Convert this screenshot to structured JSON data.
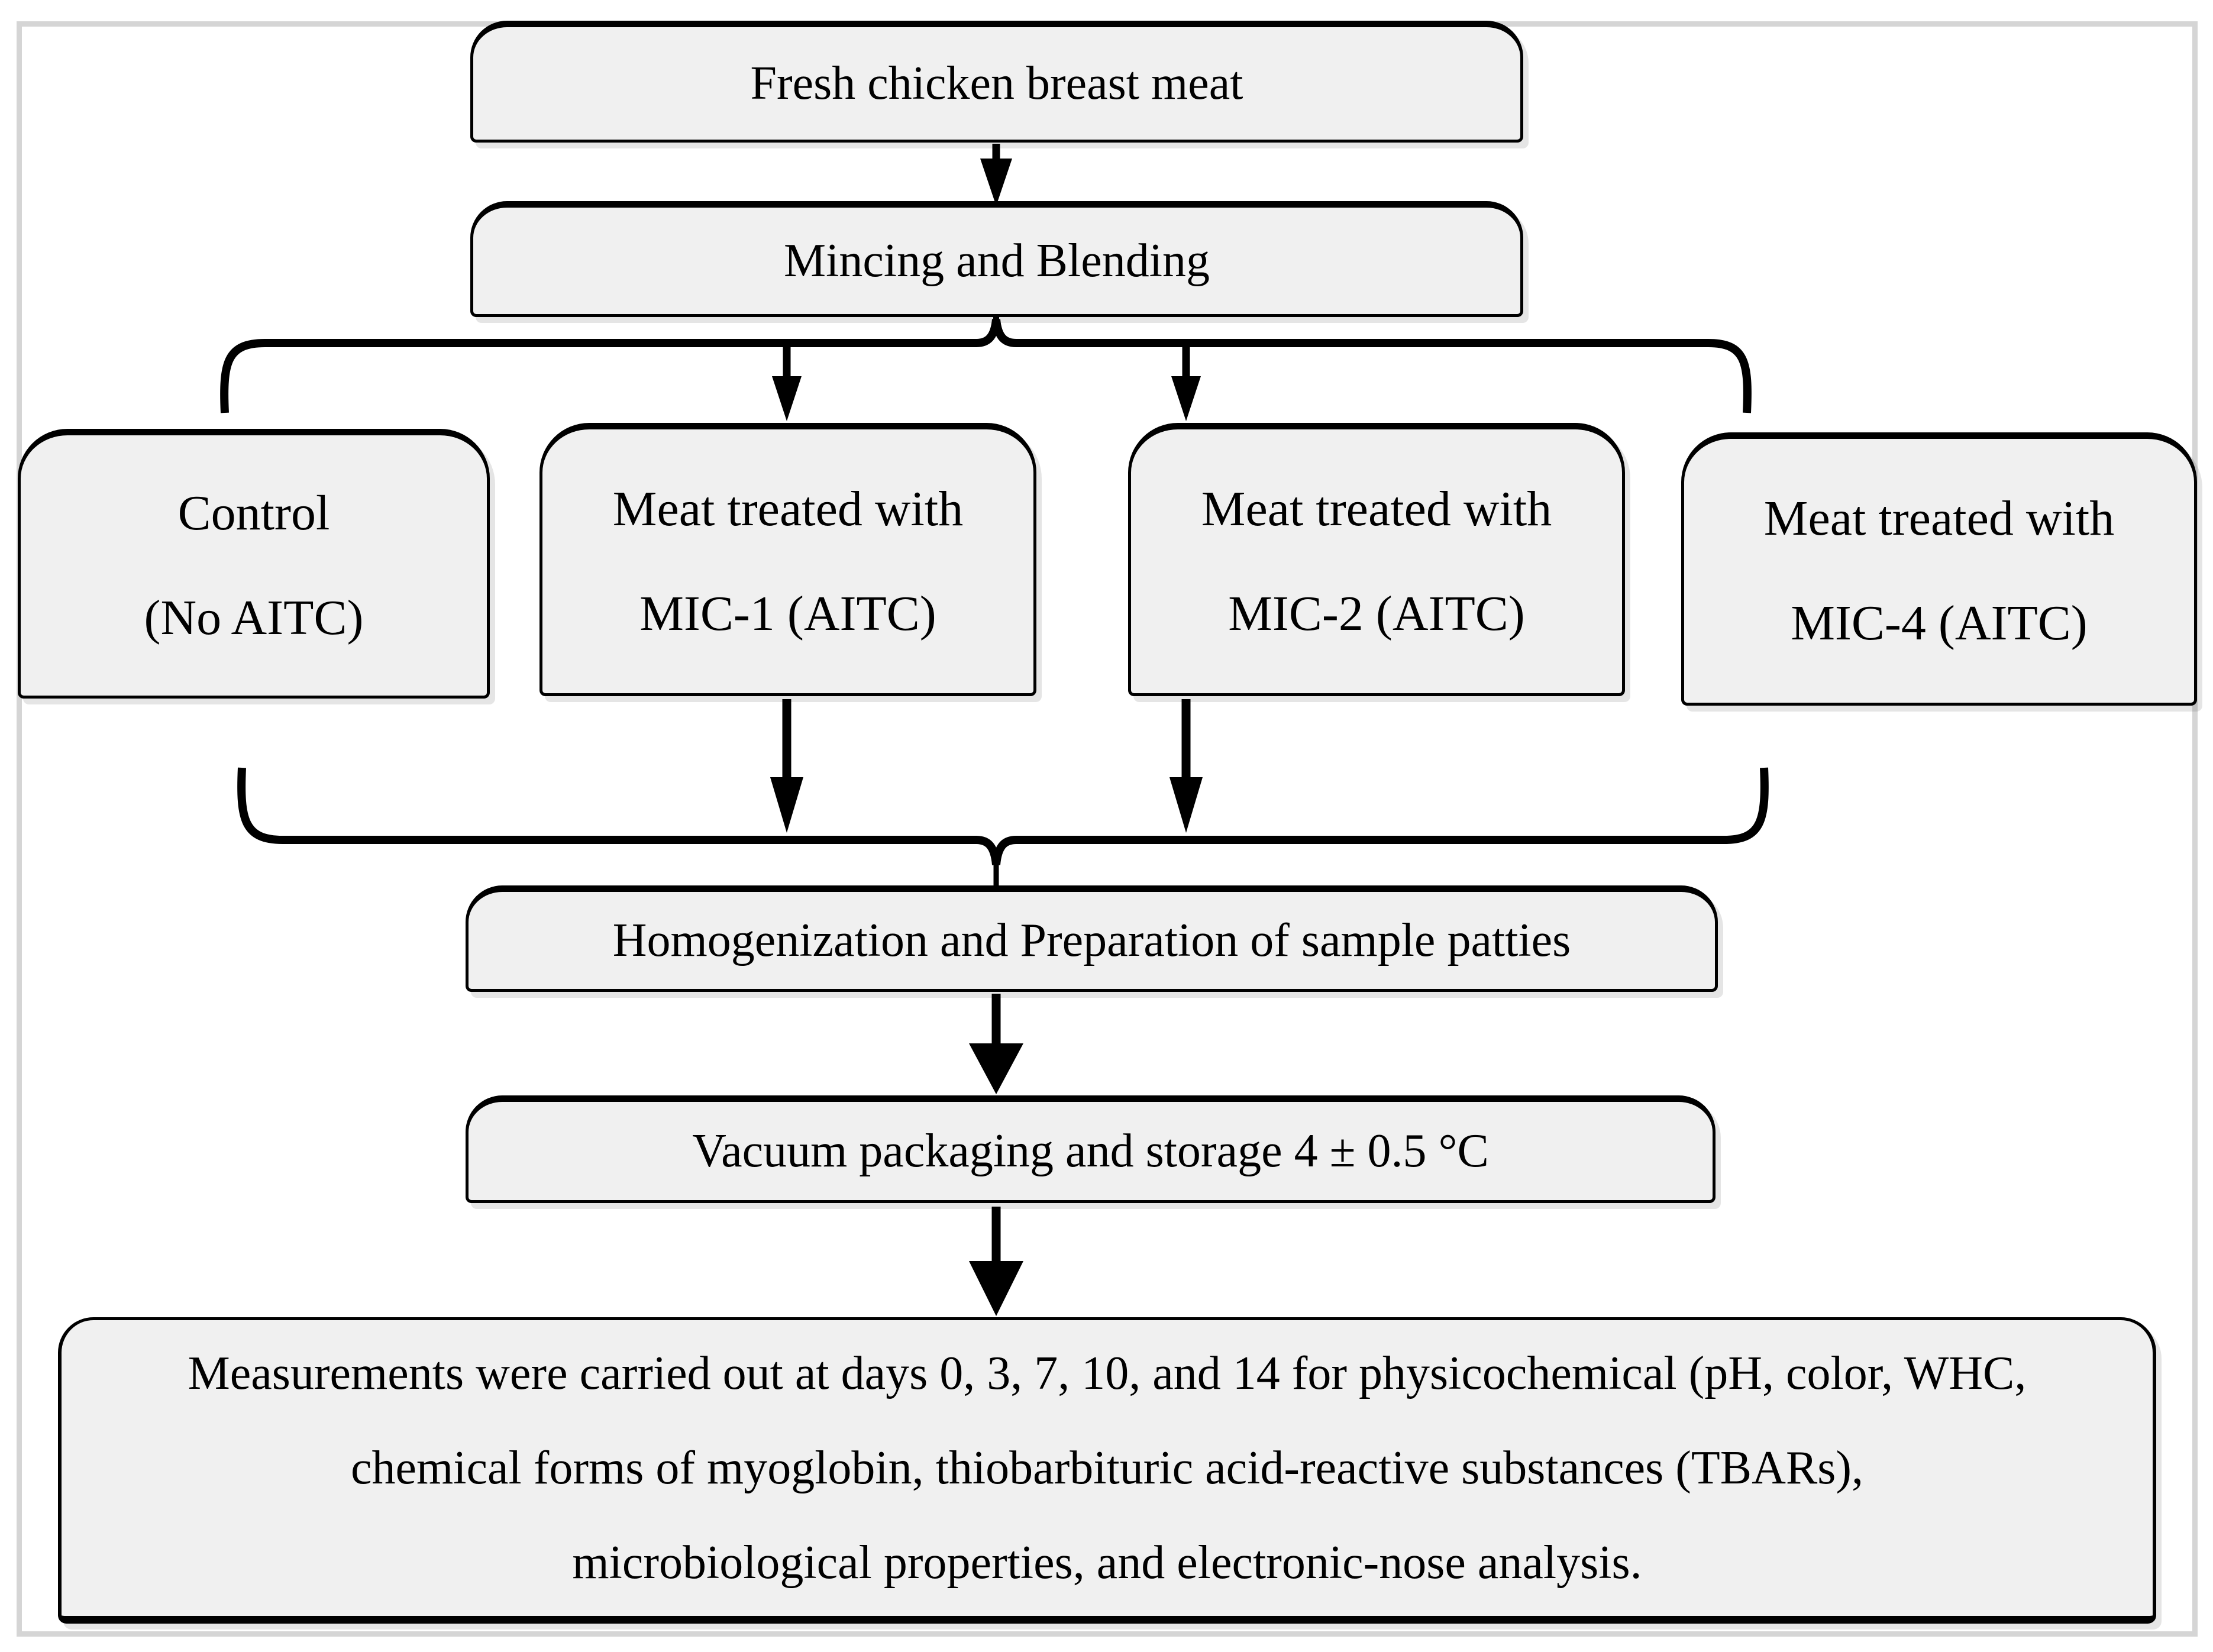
{
  "colors": {
    "background": "#ffffff",
    "frame": "#d5d5d5",
    "box-fill": "#f0f0f0",
    "box-border": "#000000",
    "text": "#000000"
  },
  "flowchart": {
    "source": {
      "label": "Fresh chicken breast meat"
    },
    "process1": {
      "label": "Mincing and Blending"
    },
    "treatments": [
      {
        "line1": "Control",
        "line2": "(No AITC)"
      },
      {
        "line1": "Meat treated with",
        "line2": "MIC-1 (AITC)"
      },
      {
        "line1": "Meat treated with",
        "line2": "MIC-2 (AITC)"
      },
      {
        "line1": "Meat treated with",
        "line2": "MIC-4 (AITC)"
      }
    ],
    "process2": {
      "label": "Homogenization and Preparation of sample patties"
    },
    "process3": {
      "label": "Vacuum packaging and storage 4 ± 0.5 °C"
    },
    "measurements": {
      "line1": "Measurements were carried out at days 0, 3, 7, 10, and 14 for physicochemical (pH, color, WHC,",
      "line2": "chemical forms of myoglobin, thiobarbituric acid-reactive substances (TBARs),",
      "line3": "microbiological properties, and electronic-nose analysis."
    }
  }
}
